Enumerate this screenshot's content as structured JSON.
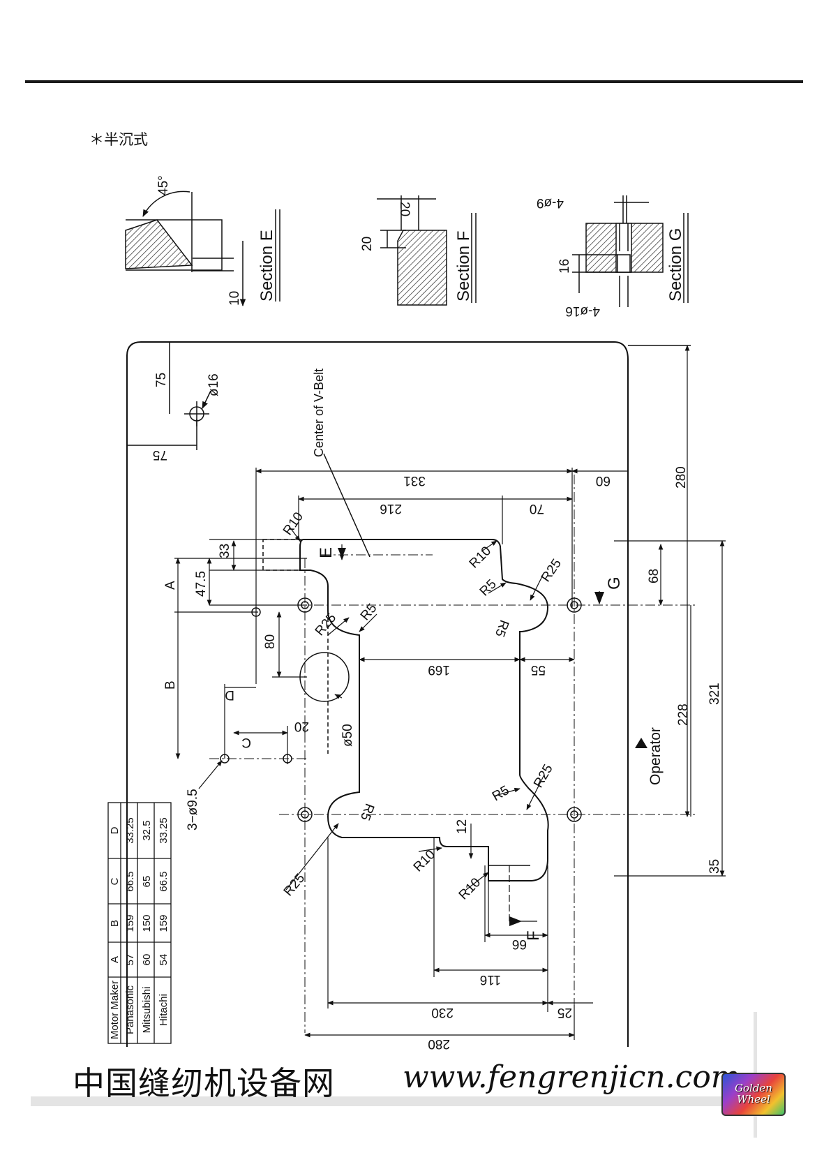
{
  "header": {
    "subtitle": "＊半沉式"
  },
  "sections": {
    "e": {
      "title": "Section E",
      "dim_angle": "45°",
      "dim_depth": "10"
    },
    "f": {
      "title": "Section F",
      "dim_top": "20",
      "dim_side": "20"
    },
    "g": {
      "title": "Section G",
      "dim_hole_top": "4-ø9",
      "dim_hole_bottom": "4-ø16",
      "dim_depth": "16"
    }
  },
  "main": {
    "v_belt_label": "Center of V-Belt",
    "operator_label": "Operator",
    "marker_e": "E",
    "marker_f": "F",
    "marker_g": "G",
    "dims": {
      "d75_top": "75",
      "d16": "ø16",
      "d75_side": "75",
      "d331": "331",
      "d60": "60",
      "d280_right": "280",
      "d216": "216",
      "d70": "70",
      "d68": "68",
      "d33": "33",
      "d47_5": "47.5",
      "dA": "A",
      "dB": "B",
      "dC": "C",
      "dD": "D",
      "d80": "80",
      "d20": "20",
      "d50": "ø50",
      "d169": "169",
      "d55": "55",
      "d228": "228",
      "d321": "321",
      "d12": "12",
      "d35": "35",
      "d66": "66",
      "d116": "116",
      "d230": "230",
      "d25": "25",
      "d280_bottom": "280",
      "hole_spec": "3−ø9.5"
    },
    "radii": {
      "r10a": "R10",
      "r10b": "R10",
      "r10c": "R10",
      "r10d": "R10",
      "r5a": "R5",
      "r5b": "R5",
      "r5c": "R5",
      "r5d": "R5",
      "r5e": "R5",
      "r25a": "R25",
      "r25b": "R25",
      "r25c": "R25",
      "r25d": "R25"
    }
  },
  "motor_table": {
    "headers": [
      "Motor Maker",
      "A",
      "B",
      "C",
      "D"
    ],
    "rows": [
      [
        "Panasonic",
        "57",
        "159",
        "66.5",
        "33.25"
      ],
      [
        "Mitsubishi",
        "60",
        "150",
        "65",
        "32.5"
      ],
      [
        "Hitachi",
        "54",
        "159",
        "66.5",
        "33.25"
      ]
    ]
  },
  "footer": {
    "site_name_cn": "中国缝纫机设备网",
    "url": "www.fengrenjicn.com",
    "logo_text": "Golden Wheel"
  }
}
